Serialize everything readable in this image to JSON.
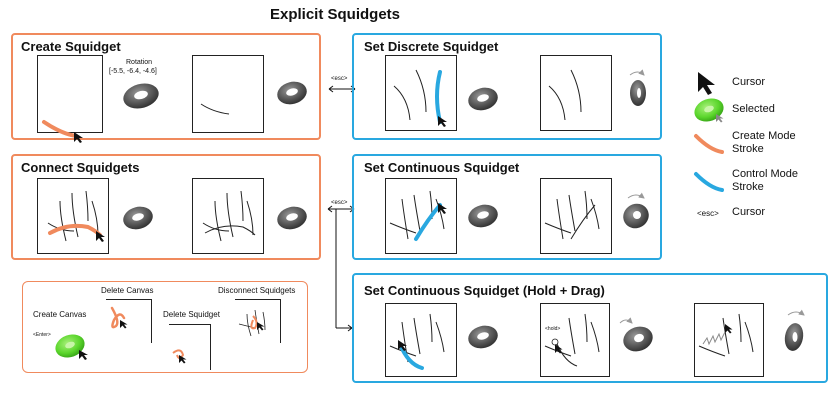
{
  "title": "Explicit Squidgets",
  "panels": {
    "create": {
      "title": "Create Squidget",
      "rotation_label": "Rotation",
      "rotation_value": "[-5.5, -6.4, -4.6]"
    },
    "connect": {
      "title": "Connect Squidgets"
    },
    "tools": {
      "create_canvas": "Create Canvas",
      "delete_canvas": "Delete Canvas",
      "delete_squidget": "Delete Squidget",
      "disconnect_squidgets": "Disconnect Squidgets",
      "enter_key": "<Enter>"
    },
    "discrete": {
      "title": "Set Discrete Squidget"
    },
    "continuous": {
      "title": "Set Continuous Squidget"
    },
    "hold_drag": {
      "title": "Set Continuous Squidget (Hold + Drag)",
      "hold_key": "<hold>"
    }
  },
  "esc_top": "<esc>",
  "esc_mid": "<esc>",
  "legend": {
    "cursor": "Cursor",
    "selected": "Selected",
    "create_line1": "Create Mode",
    "create_line2": "Stroke",
    "control_line1": "Control Mode",
    "control_line2": "Stroke",
    "esc_key": "<esc>",
    "esc_cursor": "Cursor"
  },
  "colors": {
    "create_stroke": "#f08a5d",
    "control_stroke": "#29a8e0",
    "selected_fill": "#5bd62c",
    "torus": "#555555"
  }
}
